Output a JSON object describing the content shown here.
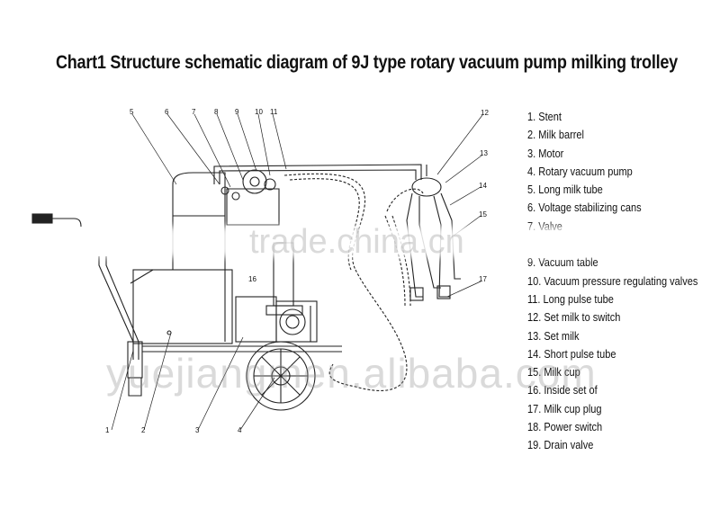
{
  "title": "Chart1  Structure schematic diagram of 9J type rotary vacuum pump milking trolley",
  "callout_numbers": [
    "1",
    "2",
    "3",
    "4",
    "5",
    "6",
    "7",
    "8",
    "9",
    "10",
    "11",
    "12",
    "13",
    "14",
    "15",
    "16",
    "17"
  ],
  "legend": [
    "1. Stent",
    "2. Milk barrel",
    "3. Motor",
    "4. Rotary vacuum pump",
    "5. Long milk tube",
    "6. Voltage stabilizing cans",
    "7. Valve",
    "",
    "9. Vacuum table",
    "10. Vacuum pressure regulating valves",
    "11. Long pulse tube",
    "12. Set milk to switch",
    "13. Set milk",
    "14. Short pulse tube",
    "15. Milk cup",
    "16. Inside set of",
    "17. Milk cup plug",
    "18. Power switch",
    "19. Drain valve"
  ],
  "watermarks": {
    "top": "trade.china.cn",
    "bottom": "yuejiangmen.alibaba.com"
  }
}
